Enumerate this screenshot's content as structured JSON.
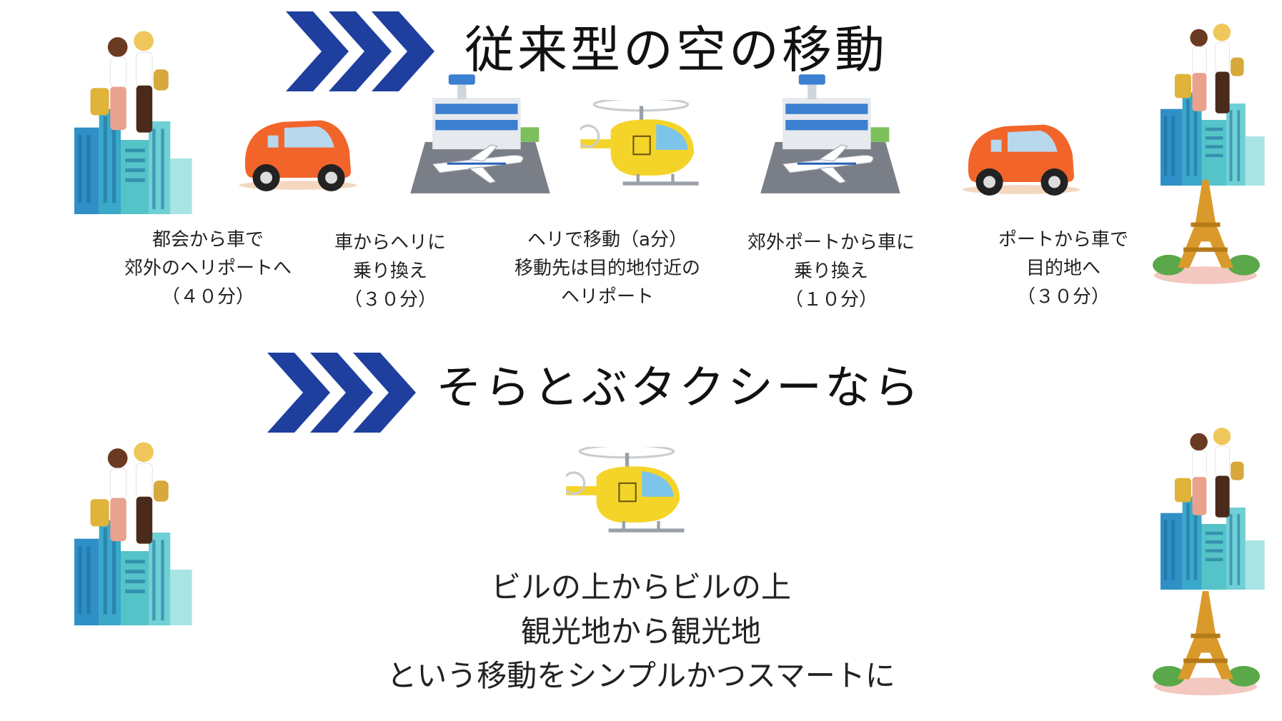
{
  "traditional": {
    "title": "従来型の空の移動",
    "steps": [
      {
        "line1": "都会から車で",
        "line2": "郊外のヘリポートへ",
        "line3": "（４０分）"
      },
      {
        "line1": "車からヘリに",
        "line2": "乗り換え",
        "line3": "（３０分）"
      },
      {
        "line1": "ヘリで移動（a分）",
        "line2": "移動先は目的地付近の",
        "line3": "ヘリポート"
      },
      {
        "line1": "郊外ポートから車に",
        "line2": "乗り換え",
        "line3": "（１０分）"
      },
      {
        "line1": "ポートから車で",
        "line2": "目的地へ",
        "line3": "（３０分）"
      }
    ]
  },
  "soratobu": {
    "title": "そらとぶタクシーなら",
    "message": {
      "line1": "ビルの上からビルの上",
      "line2": "観光地から観光地",
      "line3": "という移動をシンプルかつスマートに"
    }
  },
  "colors": {
    "chevron": "#1f3f9e",
    "car": "#f2652a",
    "helicopter": "#f5d42a",
    "building": "#3aa8c9"
  },
  "icons": [
    "travelers-city-icon",
    "car-icon",
    "airport-icon",
    "helicopter-icon",
    "airport-icon",
    "car-icon",
    "travelers-city-icon",
    "eiffel-tower-icon"
  ]
}
